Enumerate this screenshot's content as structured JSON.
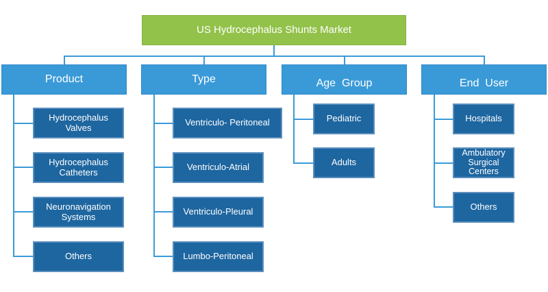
{
  "title": "US Hydrocephalus Shunts Market",
  "categories": [
    {
      "label": "Product",
      "items": [
        "Hydrocephalus Valves",
        "Hydrocephalus Catheters",
        "Neuronavigation Systems",
        "Others"
      ]
    },
    {
      "label": "Type",
      "items": [
        "Ventriculo- Peritoneal",
        "Ventriculo-Atrial",
        "Ventriculo-Pleural",
        "Lumbo-Peritoneal"
      ]
    },
    {
      "label": "Age  Group",
      "items": [
        "Pediatric",
        "Adults"
      ]
    },
    {
      "label": "End  User",
      "items": [
        "Hospitals",
        "Ambulatory Surgical Centers",
        "Others"
      ]
    }
  ],
  "colors": {
    "root_fill": "#92c24a",
    "category_fill": "#3a9ad8",
    "leaf_fill": "#1e66a0",
    "connector": "#3a9ad8"
  }
}
